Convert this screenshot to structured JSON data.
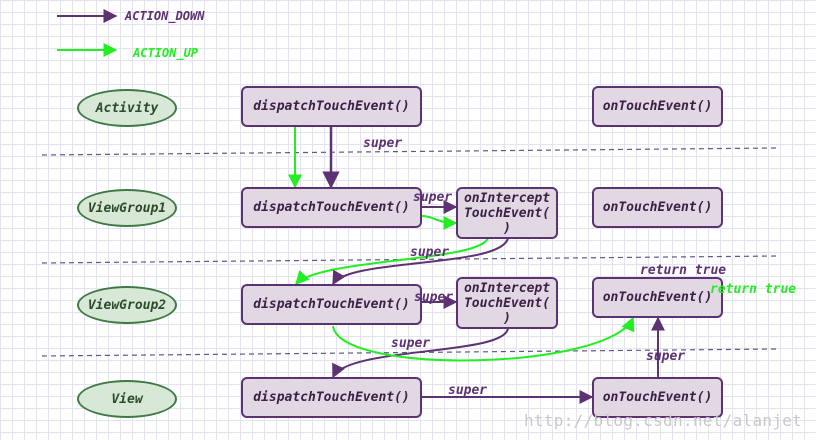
{
  "legend": {
    "down_label": "ACTION_DOWN",
    "up_label": "ACTION_UP",
    "down_color": "#5c3272",
    "up_color": "#22ee22"
  },
  "rows": [
    {
      "name": "Activity",
      "dispatch": "dispatchTouchEvent()",
      "on_touch": "onTouchEvent()"
    },
    {
      "name": "ViewGroup1",
      "dispatch": "dispatchTouchEvent()",
      "intercept_l1": "onIntercept",
      "intercept_l2": "TouchEvent(",
      "intercept_l3": ")",
      "on_touch": "onTouchEvent()"
    },
    {
      "name": "ViewGroup2",
      "dispatch": "dispatchTouchEvent()",
      "intercept_l1": "onIntercept",
      "intercept_l2": "TouchEvent(",
      "intercept_l3": ")",
      "on_touch": "onTouchEvent()"
    },
    {
      "name": "View",
      "dispatch": "dispatchTouchEvent()",
      "on_touch": "onTouchEvent()"
    }
  ],
  "labels": {
    "super": "super",
    "return_true": "return true"
  },
  "watermark": "http://blog.csdn.net/alanjet"
}
